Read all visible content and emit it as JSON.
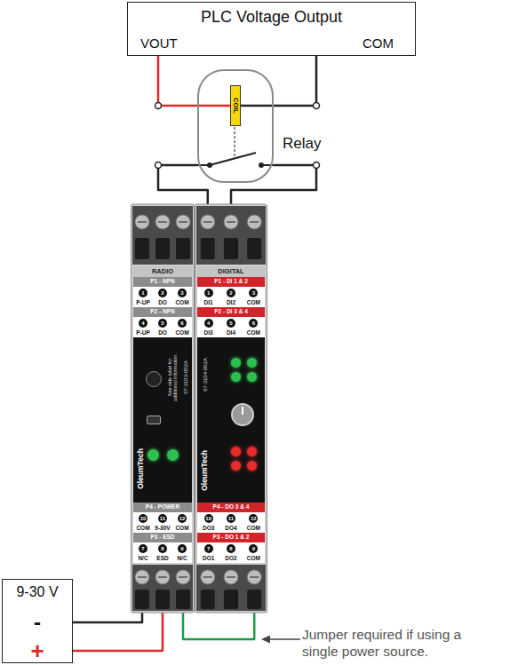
{
  "diagram": {
    "nodes": [
      {
        "text": [
          "PLC Voltage Output",
          "VOUT",
          "COM"
        ]
      },
      {
        "text": [
          "Relay"
        ]
      },
      {
        "text": [
          "COIL"
        ],
        "in": 1
      },
      {
        "text": [
          "RADIO",
          "P1 - NPN",
          "1",
          "2",
          "3",
          "P-UP",
          "DO",
          "COM",
          "P2 - NPN",
          "4",
          "5",
          "6",
          "P-UP",
          "DO",
          "COM",
          "OleumTech",
          "67-3103-002A",
          "See side label for additional information.",
          "P4 - POWER",
          "10",
          "11",
          "12",
          "COM",
          "9-30V",
          "COM",
          "P3 - ESD",
          "7",
          "8",
          "9",
          "N/C",
          "ESD",
          "N/C"
        ]
      },
      {
        "text": [
          "DIGITAL",
          "P1 - DI 1 & 2",
          "1",
          "2",
          "3",
          "DI1",
          "DI2",
          "COM",
          "P2 - DI 3 & 4",
          "4",
          "5",
          "6",
          "DI3",
          "DI4",
          "COM",
          "OleumTech",
          "67-3104-002A",
          "P4 - DO 3 & 4",
          "10",
          "11",
          "12",
          "DO3",
          "DO4",
          "COM",
          "P3 - DO 1 & 2",
          "7",
          "8",
          "9",
          "DO1",
          "DO2",
          "COM"
        ]
      },
      {
        "text": [
          "9-30 V",
          "-",
          "+"
        ]
      }
    ],
    "edges": [
      {
        "from": 0,
        "to": 2,
        "arrow": "none"
      },
      {
        "from": 0,
        "to": 2,
        "arrow": "none"
      },
      {
        "from": 1,
        "to": 4,
        "arrow": "none"
      },
      {
        "from": 1,
        "to": 4,
        "arrow": "none"
      },
      {
        "from": 5,
        "to": 3,
        "arrow": "none"
      },
      {
        "from": 5,
        "to": 3,
        "arrow": "none"
      },
      {
        "from": 3,
        "to": 4,
        "arrow": "none"
      }
    ],
    "labels": [
      "Jumper required if using a single power source."
    ]
  }
}
